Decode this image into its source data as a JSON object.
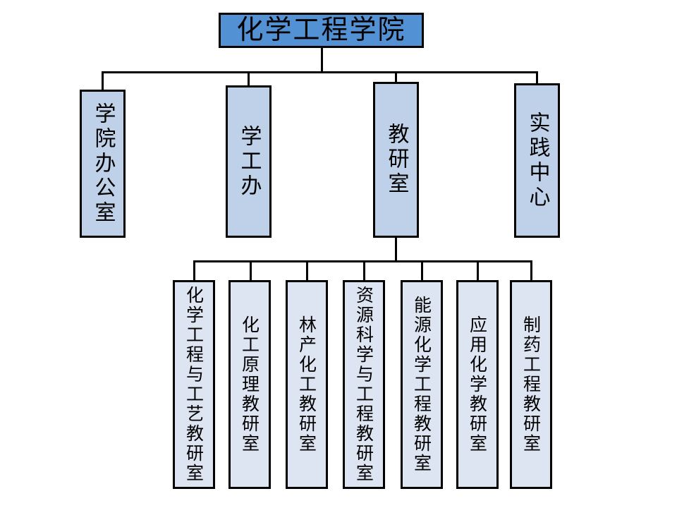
{
  "chart_data": {
    "type": "diagram",
    "diagram_type": "organizational-hierarchy-tree",
    "title": "化学工程学院",
    "orientation": "top-down",
    "levels": 3,
    "colors": {
      "root_fill": "#5292d4",
      "level2_fill": "#bed1e8",
      "level3_fill": "#dde5f2",
      "border": "#000000",
      "text": "#000000",
      "background": "#ffffff"
    },
    "nodes": [
      {
        "id": "root",
        "label": "化学工程学院",
        "level": 1,
        "parent": null,
        "text_direction": "horizontal"
      },
      {
        "id": "l2-1",
        "label": "学院办公室",
        "level": 2,
        "parent": "root",
        "text_direction": "vertical"
      },
      {
        "id": "l2-2",
        "label": "学工办",
        "level": 2,
        "parent": "root",
        "text_direction": "vertical"
      },
      {
        "id": "l2-3",
        "label": "教研室",
        "level": 2,
        "parent": "root",
        "text_direction": "vertical"
      },
      {
        "id": "l2-4",
        "label": "实践中心",
        "level": 2,
        "parent": "root",
        "text_direction": "vertical"
      },
      {
        "id": "l3-1",
        "label": "化学工程与工艺教研室",
        "level": 3,
        "parent": "l2-3",
        "text_direction": "vertical"
      },
      {
        "id": "l3-2",
        "label": "化工原理教研室",
        "level": 3,
        "parent": "l2-3",
        "text_direction": "vertical"
      },
      {
        "id": "l3-3",
        "label": "林产化工教研室",
        "level": 3,
        "parent": "l2-3",
        "text_direction": "vertical"
      },
      {
        "id": "l3-4",
        "label": "资源科学与工程教研室",
        "level": 3,
        "parent": "l2-3",
        "text_direction": "vertical"
      },
      {
        "id": "l3-5",
        "label": "能源化学工程教研室",
        "level": 3,
        "parent": "l2-3",
        "text_direction": "vertical"
      },
      {
        "id": "l3-6",
        "label": "应用化学教研室",
        "level": 3,
        "parent": "l2-3",
        "text_direction": "vertical"
      },
      {
        "id": "l3-7",
        "label": "制药工程教研室",
        "level": 3,
        "parent": "l2-3",
        "text_direction": "vertical"
      }
    ]
  },
  "root": {
    "label": "化学工程学院"
  },
  "level2": {
    "nodes": [
      {
        "label": "学院办公室"
      },
      {
        "label": "学工办"
      },
      {
        "label": "教研室"
      },
      {
        "label": "实践中心"
      }
    ]
  },
  "level3": {
    "nodes": [
      {
        "label": "化学工程与工艺教研室"
      },
      {
        "label": "化工原理教研室"
      },
      {
        "label": "林产化工教研室"
      },
      {
        "label": "资源科学与工程教研室"
      },
      {
        "label": "能源化学工程教研室"
      },
      {
        "label": "应用化学教研室"
      },
      {
        "label": "制药工程教研室"
      }
    ]
  }
}
